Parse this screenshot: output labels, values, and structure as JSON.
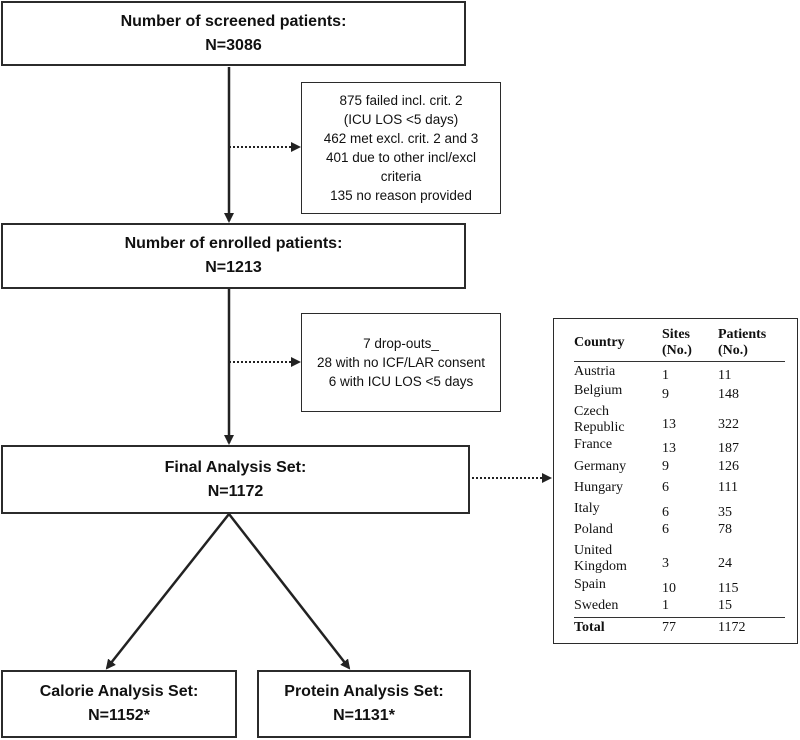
{
  "screened": {
    "title": "Number of screened patients:",
    "n": "N=3086"
  },
  "exclusions_1": [
    "875 failed incl. crit. 2",
    "(ICU LOS <5 days)",
    "462 met excl. crit. 2 and 3",
    "401 due to other incl/excl",
    "criteria",
    "135 no reason provided"
  ],
  "enrolled": {
    "title": "Number of enrolled patients:",
    "n": "N=1213"
  },
  "exclusions_2": [
    "7 drop-outs_",
    "28 with no ICF/LAR consent",
    "6 with ICU LOS <5 days"
  ],
  "final": {
    "title": "Final Analysis Set:",
    "n": "N=1172"
  },
  "calorie": {
    "title": "Calorie Analysis Set:",
    "n": "N=1152*"
  },
  "protein": {
    "title": "Protein Analysis Set:",
    "n": "N=1131*"
  },
  "table": {
    "headers": {
      "country": "Country",
      "sites": "Sites",
      "sites_unit": "(No.)",
      "patients": "Patients",
      "patients_unit": "(No.)"
    },
    "rows": [
      {
        "country": "Austria",
        "sites": "1",
        "patients": "11"
      },
      {
        "country": "Belgium",
        "sites": "9",
        "patients": "148"
      },
      {
        "country": "Czech",
        "country_2": "Republic",
        "sites": "13",
        "patients": "322"
      },
      {
        "country": "France",
        "sites": "13",
        "patients": "187"
      },
      {
        "country": "Germany",
        "sites": "9",
        "patients": "126"
      },
      {
        "country": "Hungary",
        "sites": "6",
        "patients": "111"
      },
      {
        "country": "Italy",
        "sites": "6",
        "patients": "35"
      },
      {
        "country": "Poland",
        "sites": "6",
        "patients": "78"
      },
      {
        "country": "United",
        "country_2": "Kingdom",
        "sites": "3",
        "patients": "24"
      },
      {
        "country": "Spain",
        "sites": "10",
        "patients": "115"
      },
      {
        "country": "Sweden",
        "sites": "1",
        "patients": "15"
      }
    ],
    "total": {
      "label": "Total",
      "sites": "77",
      "patients": "1172"
    }
  }
}
